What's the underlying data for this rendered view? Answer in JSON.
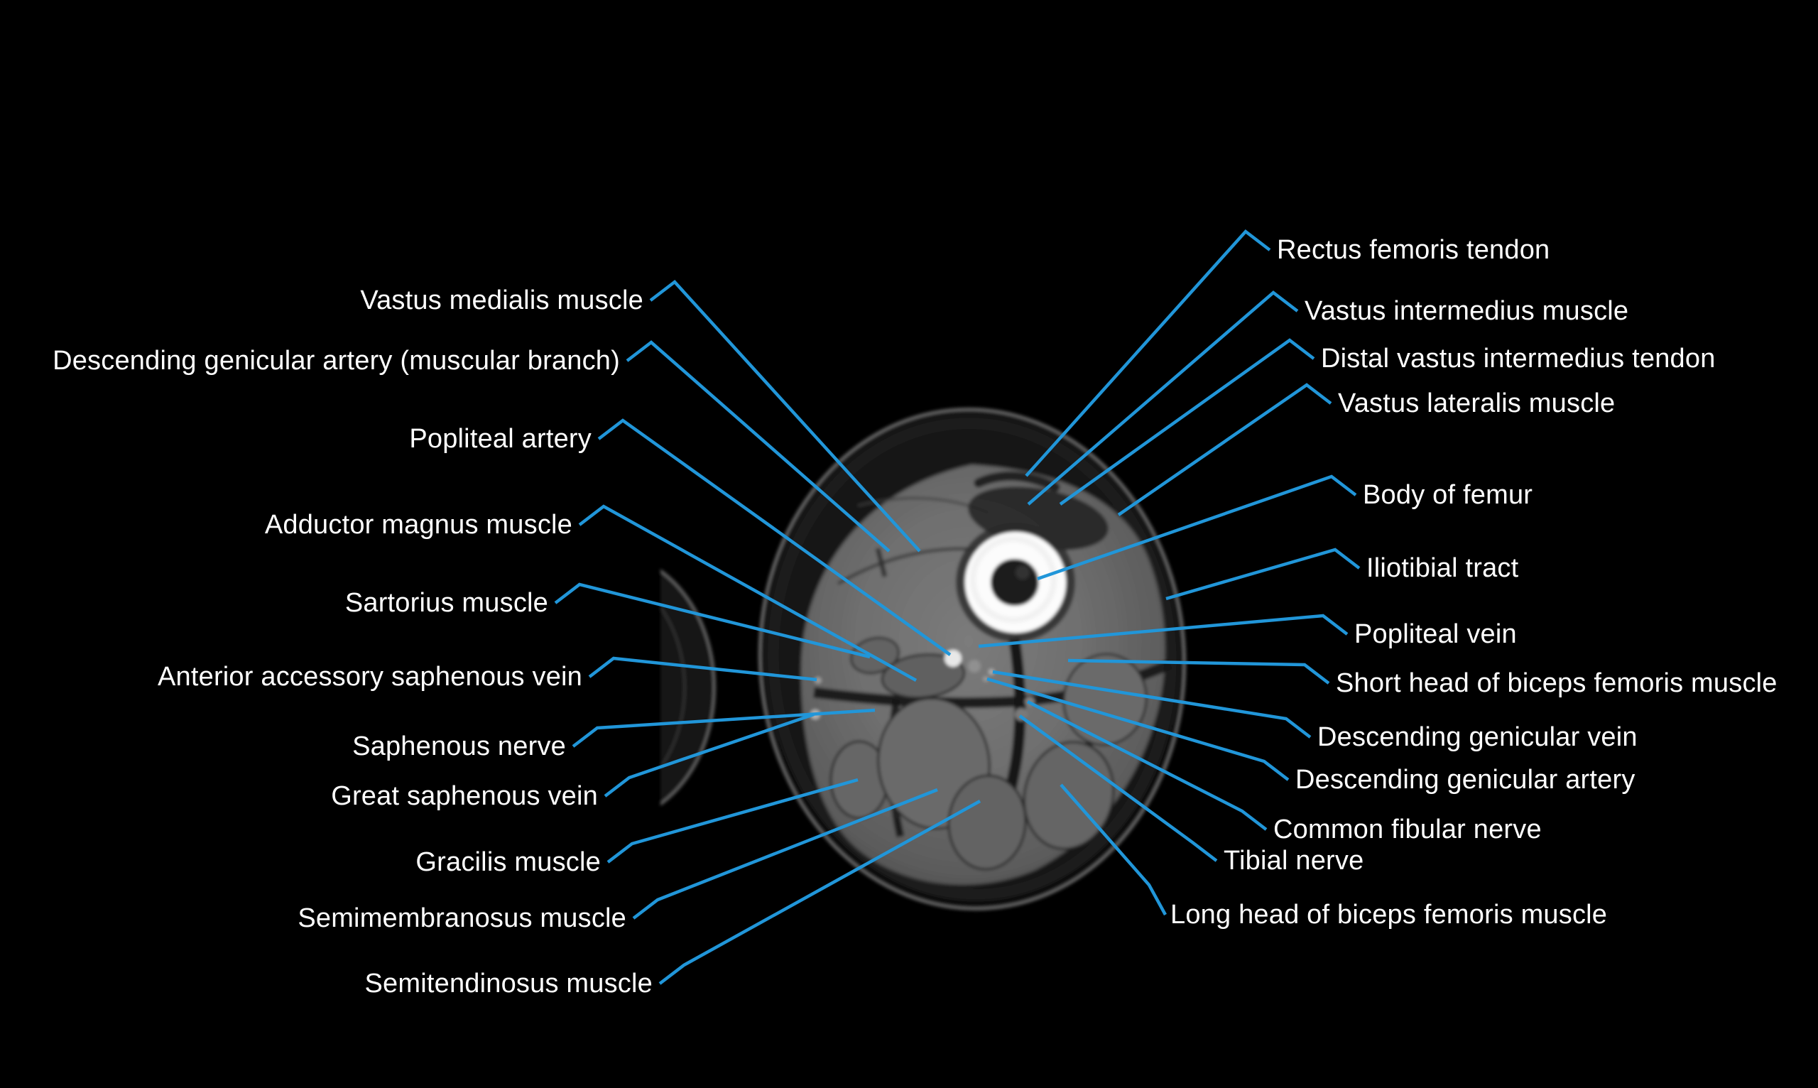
{
  "figure": {
    "type": "labeled-medical-diagram",
    "description": "Axial CT slice of the thigh at the distal femur level with anatomy labels; partial edge of the opposite thigh visible at left",
    "background_color": "#000000",
    "leader_line_color": "#2196d9",
    "label_text_color": "#ffffff",
    "ct_colors": {
      "muscle": "#6e6e6e",
      "subcutaneous_fat": "#141414",
      "bone_cortex": "#fcfcfc",
      "bone_marrow": "#1d1d1d",
      "skin_line": "#6b6b6b",
      "contrast_vessel": "#e8e8e8"
    },
    "labels_left": [
      {
        "id": "vastus-medialis-muscle",
        "text": "Vastus medialis muscle"
      },
      {
        "id": "descending-genicular-artery-muscular-branch",
        "text": "Descending genicular artery (muscular branch)"
      },
      {
        "id": "popliteal-artery",
        "text": "Popliteal artery"
      },
      {
        "id": "adductor-magnus-muscle",
        "text": "Adductor magnus muscle"
      },
      {
        "id": "sartorius-muscle",
        "text": "Sartorius muscle"
      },
      {
        "id": "anterior-accessory-saphenous-vein",
        "text": "Anterior accessory saphenous vein"
      },
      {
        "id": "saphenous-nerve",
        "text": "Saphenous nerve"
      },
      {
        "id": "great-saphenous-vein",
        "text": "Great saphenous vein"
      },
      {
        "id": "gracilis-muscle",
        "text": "Gracilis muscle"
      },
      {
        "id": "semimembranosus-muscle",
        "text": "Semimembranosus muscle"
      },
      {
        "id": "semitendinosus-muscle",
        "text": "Semitendinosus muscle"
      }
    ],
    "labels_right": [
      {
        "id": "rectus-femoris-tendon",
        "text": "Rectus femoris tendon"
      },
      {
        "id": "vastus-intermedius-muscle",
        "text": "Vastus intermedius muscle"
      },
      {
        "id": "distal-vastus-intermedius-tendon",
        "text": "Distal vastus intermedius tendon"
      },
      {
        "id": "vastus-lateralis-muscle",
        "text": "Vastus lateralis muscle"
      },
      {
        "id": "body-of-femur",
        "text": "Body of femur"
      },
      {
        "id": "iliotibial-tract",
        "text": "Iliotibial tract"
      },
      {
        "id": "popliteal-vein",
        "text": "Popliteal vein"
      },
      {
        "id": "short-head-of-biceps-femoris-muscle",
        "text": "Short head of biceps femoris muscle"
      },
      {
        "id": "descending-genicular-vein",
        "text": "Descending genicular vein"
      },
      {
        "id": "descending-genicular-artery",
        "text": "Descending genicular artery"
      },
      {
        "id": "common-fibular-nerve",
        "text": "Common fibular nerve"
      },
      {
        "id": "tibial-nerve",
        "text": "Tibial nerve"
      },
      {
        "id": "long-head-of-biceps-femoris-muscle",
        "text": "Long head of biceps femoris muscle"
      }
    ]
  }
}
